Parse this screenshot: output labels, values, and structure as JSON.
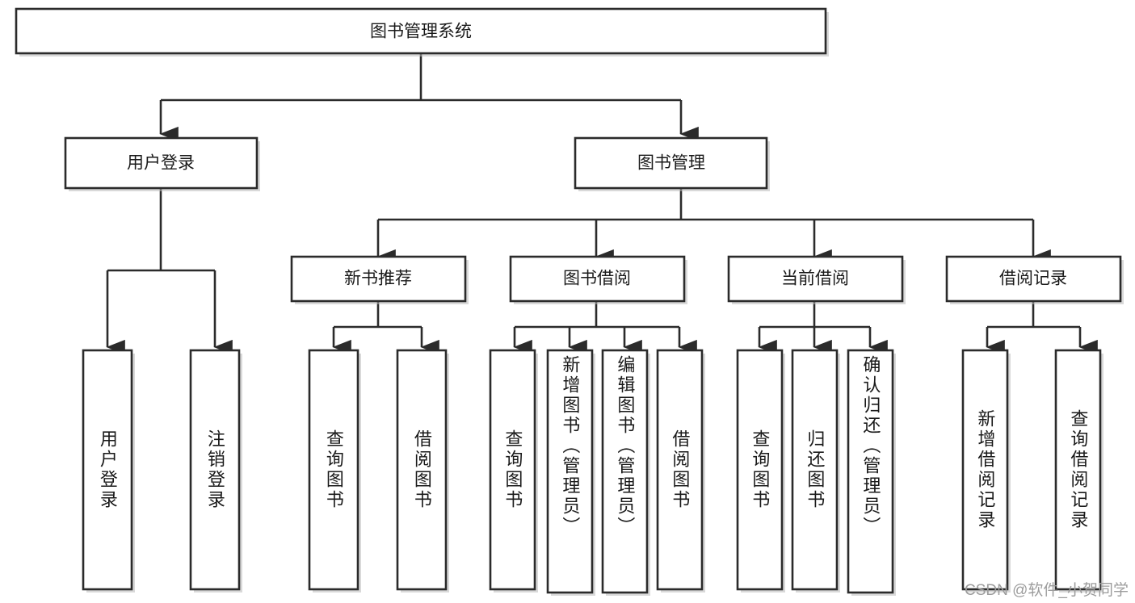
{
  "diagram": {
    "type": "tree",
    "title": "图书管理系统",
    "orientation": "top-down",
    "colors": {
      "box_fill": "#ffffff",
      "box_stroke": "#2b2b2b",
      "connector": "#2b2b2b",
      "text": "#1a1a1a",
      "watermark": "#9c9c9c"
    },
    "root": {
      "label": "图书管理系统"
    },
    "level2": [
      {
        "label": "用户登录"
      },
      {
        "label": "图书管理"
      }
    ],
    "level3": [
      {
        "label": "新书推荐"
      },
      {
        "label": "图书借阅"
      },
      {
        "label": "当前借阅"
      },
      {
        "label": "借阅记录"
      }
    ],
    "leaves": {
      "user_login": [
        {
          "label": "用户登录"
        },
        {
          "label": "注销登录"
        }
      ],
      "new_book_recommend": [
        {
          "label": "查询图书"
        },
        {
          "label": "借阅图书"
        }
      ],
      "book_borrow": [
        {
          "label": "查询图书"
        },
        {
          "label": "新增图书（管理员）"
        },
        {
          "label": "编辑图书（管理员）"
        },
        {
          "label": "借阅图书"
        }
      ],
      "current_borrow": [
        {
          "label": "查询图书"
        },
        {
          "label": "归还图书"
        },
        {
          "label": "确认归还（管理员）"
        }
      ],
      "borrow_record": [
        {
          "label": "新增借阅记录"
        },
        {
          "label": "查询借阅记录"
        }
      ]
    }
  },
  "watermark": {
    "text": "CSDN @软件_小贺同学"
  }
}
